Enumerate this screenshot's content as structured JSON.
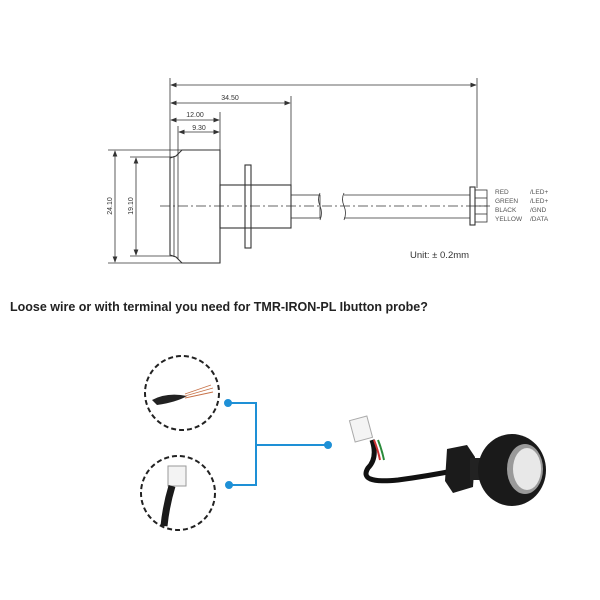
{
  "drawing": {
    "dimensions": {
      "length_overall": "34.50",
      "body_length": "12.00",
      "face_length": "9.30",
      "outer_diameter": "24.10",
      "face_diameter": "19.10"
    },
    "wires": [
      {
        "color": "RED",
        "signal": "/LED+"
      },
      {
        "color": "GREEN",
        "signal": "/LED+"
      },
      {
        "color": "BLACK",
        "signal": "/GND"
      },
      {
        "color": "YELLOW",
        "signal": "/DATA"
      }
    ],
    "unit_label": "Unit: ± 0.2mm"
  },
  "question": "Loose wire or with terminal you need for TMR-IRON-PL Ibutton probe?",
  "colors": {
    "connector_line": "#1e90d6",
    "line": "#333333"
  }
}
